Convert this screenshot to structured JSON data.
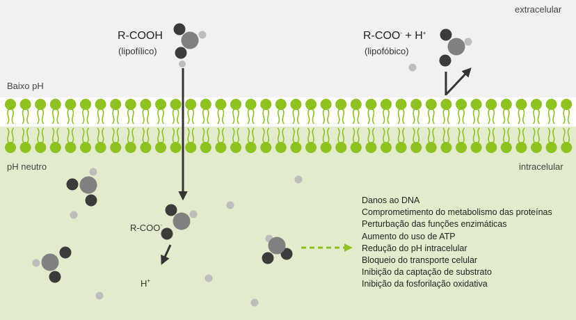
{
  "labels": {
    "extracellular": "extracelular",
    "intracellular": "intracelular",
    "low_ph": "Baixo pH",
    "neutral_ph": "pH neutro"
  },
  "molecules": {
    "acid_formula": "R-COOH",
    "acid_note": "(lipofílico)",
    "anion_formula_base": "R-COO",
    "anion_charge": "-",
    "plus": "+ H",
    "proton_charge": "+",
    "anion_note": "(lipofóbico)",
    "inner_anion_base": "R-COO",
    "inner_anion_charge": "-",
    "proton_base": "H",
    "proton_charge_inner": "+"
  },
  "effects": [
    "Danos ao DNA",
    "Comprometimento do metabolismo das proteínas",
    "Perturbação das funções enzimáticas",
    "Aumento do uso de ATP",
    "Redução do pH intracelular",
    "Bloqueio do transporte celular",
    "Inibição da captação de substrato",
    "Inibição da fosforilação oxidativa"
  ],
  "colors": {
    "extracellular_bg": "#f1f1f1",
    "intracellular_bg": "#e3ebcd",
    "lipid_head": "#8dc21f",
    "dark_atom": "#3b3b3b",
    "mid_atom": "#808080",
    "light_atom": "#bdbdbd",
    "arrow": "#333333",
    "dashed_arrow": "#8dc21f"
  }
}
